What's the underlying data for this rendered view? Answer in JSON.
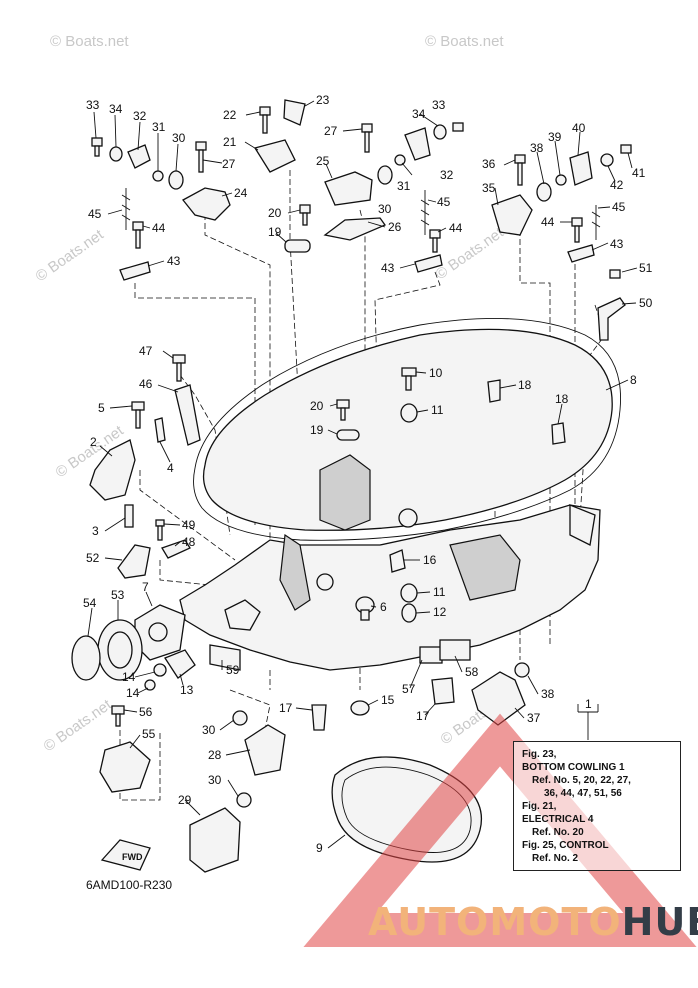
{
  "watermark": "© Boats.net",
  "drawing_code": "6AMD100-R230",
  "fwd_label": "FWD",
  "brand": {
    "part1": "AUTOMOTO",
    "part2": "HUB"
  },
  "reference_box": {
    "lines": [
      {
        "text": "Fig. 23,",
        "indent": false
      },
      {
        "text": "BOTTOM COWLING 1",
        "indent": false
      },
      {
        "text": "Ref. No. 5, 20, 22, 27,",
        "indent": true
      },
      {
        "text": "36, 44, 47, 51, 56",
        "indent": true
      },
      {
        "text": "Fig. 21,",
        "indent": false
      },
      {
        "text": "ELECTRICAL 4",
        "indent": false
      },
      {
        "text": "Ref. No. 20",
        "indent": true
      },
      {
        "text": "Fig. 25, CONTROL",
        "indent": false
      },
      {
        "text": "Ref. No. 2",
        "indent": true
      }
    ]
  },
  "callouts": [
    "33",
    "34",
    "32",
    "31",
    "30",
    "27",
    "24",
    "22",
    "23",
    "21",
    "27",
    "25",
    "20",
    "19",
    "26",
    "34",
    "33",
    "32",
    "31",
    "30",
    "45",
    "44",
    "43",
    "43",
    "44",
    "45",
    "36",
    "38",
    "39",
    "40",
    "42",
    "41",
    "35",
    "45",
    "44",
    "43",
    "51",
    "50",
    "47",
    "46",
    "5",
    "2",
    "4",
    "3",
    "49",
    "48",
    "52",
    "7",
    "53",
    "54",
    "14",
    "14",
    "13",
    "59",
    "10",
    "11",
    "18",
    "18",
    "8",
    "20",
    "19",
    "16",
    "6",
    "11",
    "12",
    "56",
    "55",
    "30",
    "28",
    "30",
    "29",
    "17",
    "15",
    "57",
    "58",
    "17",
    "38",
    "37",
    "1",
    "9"
  ],
  "colors": {
    "line": "#111111",
    "watermark_triangle": "#e04545",
    "brand_light": "#f2b37a",
    "brand_dark": "#333d47"
  }
}
